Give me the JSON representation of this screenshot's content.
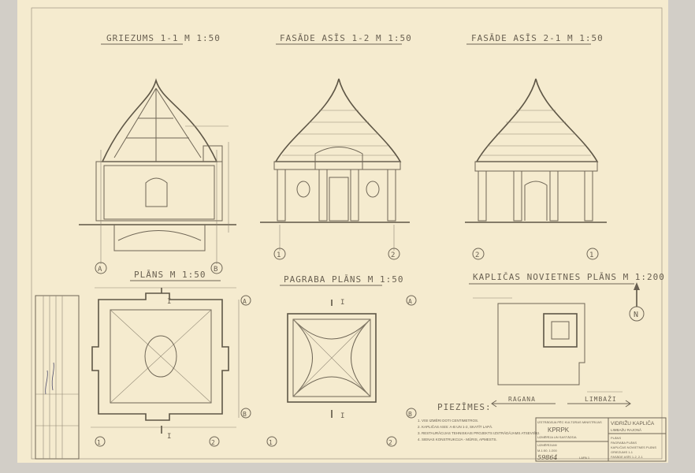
{
  "sheet": {
    "paper_color": "#f5ebcf",
    "ink_color": "#6a6152"
  },
  "views": {
    "section_title": "GRIEZUMS 1-1 M 1:50",
    "facade_12_title": "FASĀDE ASĪS 1-2 M 1:50",
    "facade_21_title": "FASĀDE ASĪS 2-1 M 1:50",
    "plan_title": "PLĀNS M 1:50",
    "basement_title": "PAGRABA PLĀNS M 1:50",
    "site_title": "KAPLIČAS NOVIETNES PLĀNS M 1:200",
    "notes_title": "PIEZĪMES:"
  },
  "axes": {
    "a": "A",
    "b": "B",
    "one": "1",
    "two": "2",
    "section_mark": "I"
  },
  "site": {
    "left_road": "RAGANA",
    "right_road": "LIMBAŽI",
    "north": "N"
  },
  "notes": [
    "1. VISI IZMĒRI DOTI CENTIMETROS.",
    "2. KAPLIČAS ASIS: A-B UN 1-2, SKATĪT LAPĀ.",
    "3. RESTAURĀCIJAS TEHNISKAIS PROJEKTS IZSTRĀDĀJAMS ATSEVIŠĶI.",
    "4. SIENAS KONSTRUKCIJA - MŪRIS, APMESTS."
  ],
  "title_block": {
    "org_label": "IZSTRĀDĀJA PĒC KULTŪRAS MINISTRIJAS",
    "org": "KPRPK",
    "object": "VIDRIŽU KAPLIČA",
    "district": "LIMBAŽU RAJONĀ",
    "contents": [
      "PLĀNS",
      "PAGRABA PLĀNS",
      "KAPLIČAS NOVIETNES PLĀNS",
      "GRIEZUMS 1-1",
      "FASĀDE ASĪS 1-2, 2-1"
    ],
    "left_lower": "UZMĒRĪJA UN SASTĀDĪJA",
    "stage": "UZMĒRĪJUMI",
    "code": "M-1:50, 1:200",
    "number": "59864",
    "sheet": "LAPA 1"
  }
}
